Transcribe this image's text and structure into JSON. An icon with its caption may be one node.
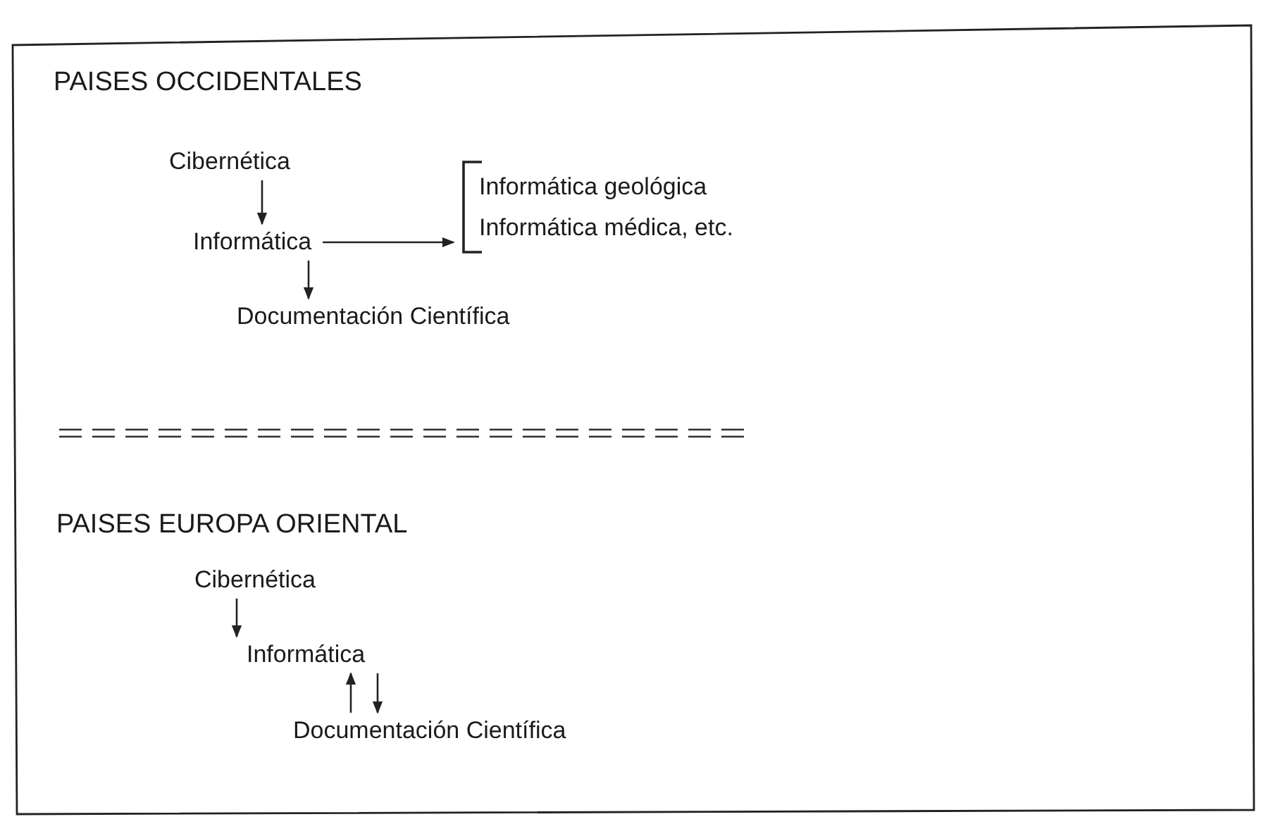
{
  "diagram": {
    "nodes": [
      {
        "text": [
          "Cibernética"
        ]
      },
      {
        "text": [
          "Informática"
        ]
      },
      {
        "text": [
          "Documentación Científica"
        ]
      },
      {
        "text": [
          "Informática geológica",
          "Informática médica, etc."
        ]
      },
      {
        "text": [
          "Cibernética"
        ]
      },
      {
        "text": [
          "Informática"
        ]
      },
      {
        "text": [
          "Documentación Científica"
        ]
      }
    ],
    "edges": [
      {
        "from": 0,
        "to": 1,
        "arrow": "to"
      },
      {
        "from": 1,
        "to": 3,
        "arrow": "to"
      },
      {
        "from": 1,
        "to": 2,
        "arrow": "to"
      },
      {
        "from": 4,
        "to": 5,
        "arrow": "to"
      },
      {
        "from": 6,
        "to": 5,
        "arrow": "to"
      },
      {
        "from": 5,
        "to": 6,
        "arrow": "to"
      }
    ],
    "labels": [
      "PAISES OCCIDENTALES",
      "PAISES EUROPA ORIENTAL"
    ]
  }
}
